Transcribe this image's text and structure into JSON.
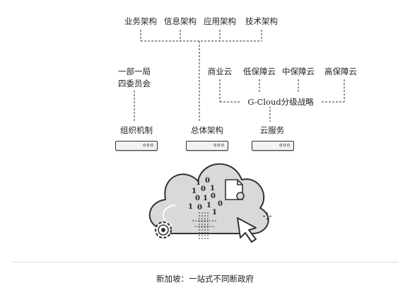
{
  "architecture": [
    "业务架构",
    "信息架构",
    "应用架构",
    "技术架构"
  ],
  "government": [
    "一部一局",
    "四委员会"
  ],
  "cloud_levels": [
    "商业云",
    "低保障云",
    "中保障云",
    "高保障云"
  ],
  "gcloud_label": "G-Cloud分级战略",
  "bottom_labels": [
    "组织机制",
    "总体架构",
    "云服务"
  ],
  "server_dots": "ooo",
  "binary_digits": [
    "1",
    "0",
    "1",
    "0",
    "1",
    "0",
    "1",
    "0",
    "1",
    "0",
    "1",
    "0",
    "1"
  ],
  "footer": "新加坡：一站式不同断政府"
}
